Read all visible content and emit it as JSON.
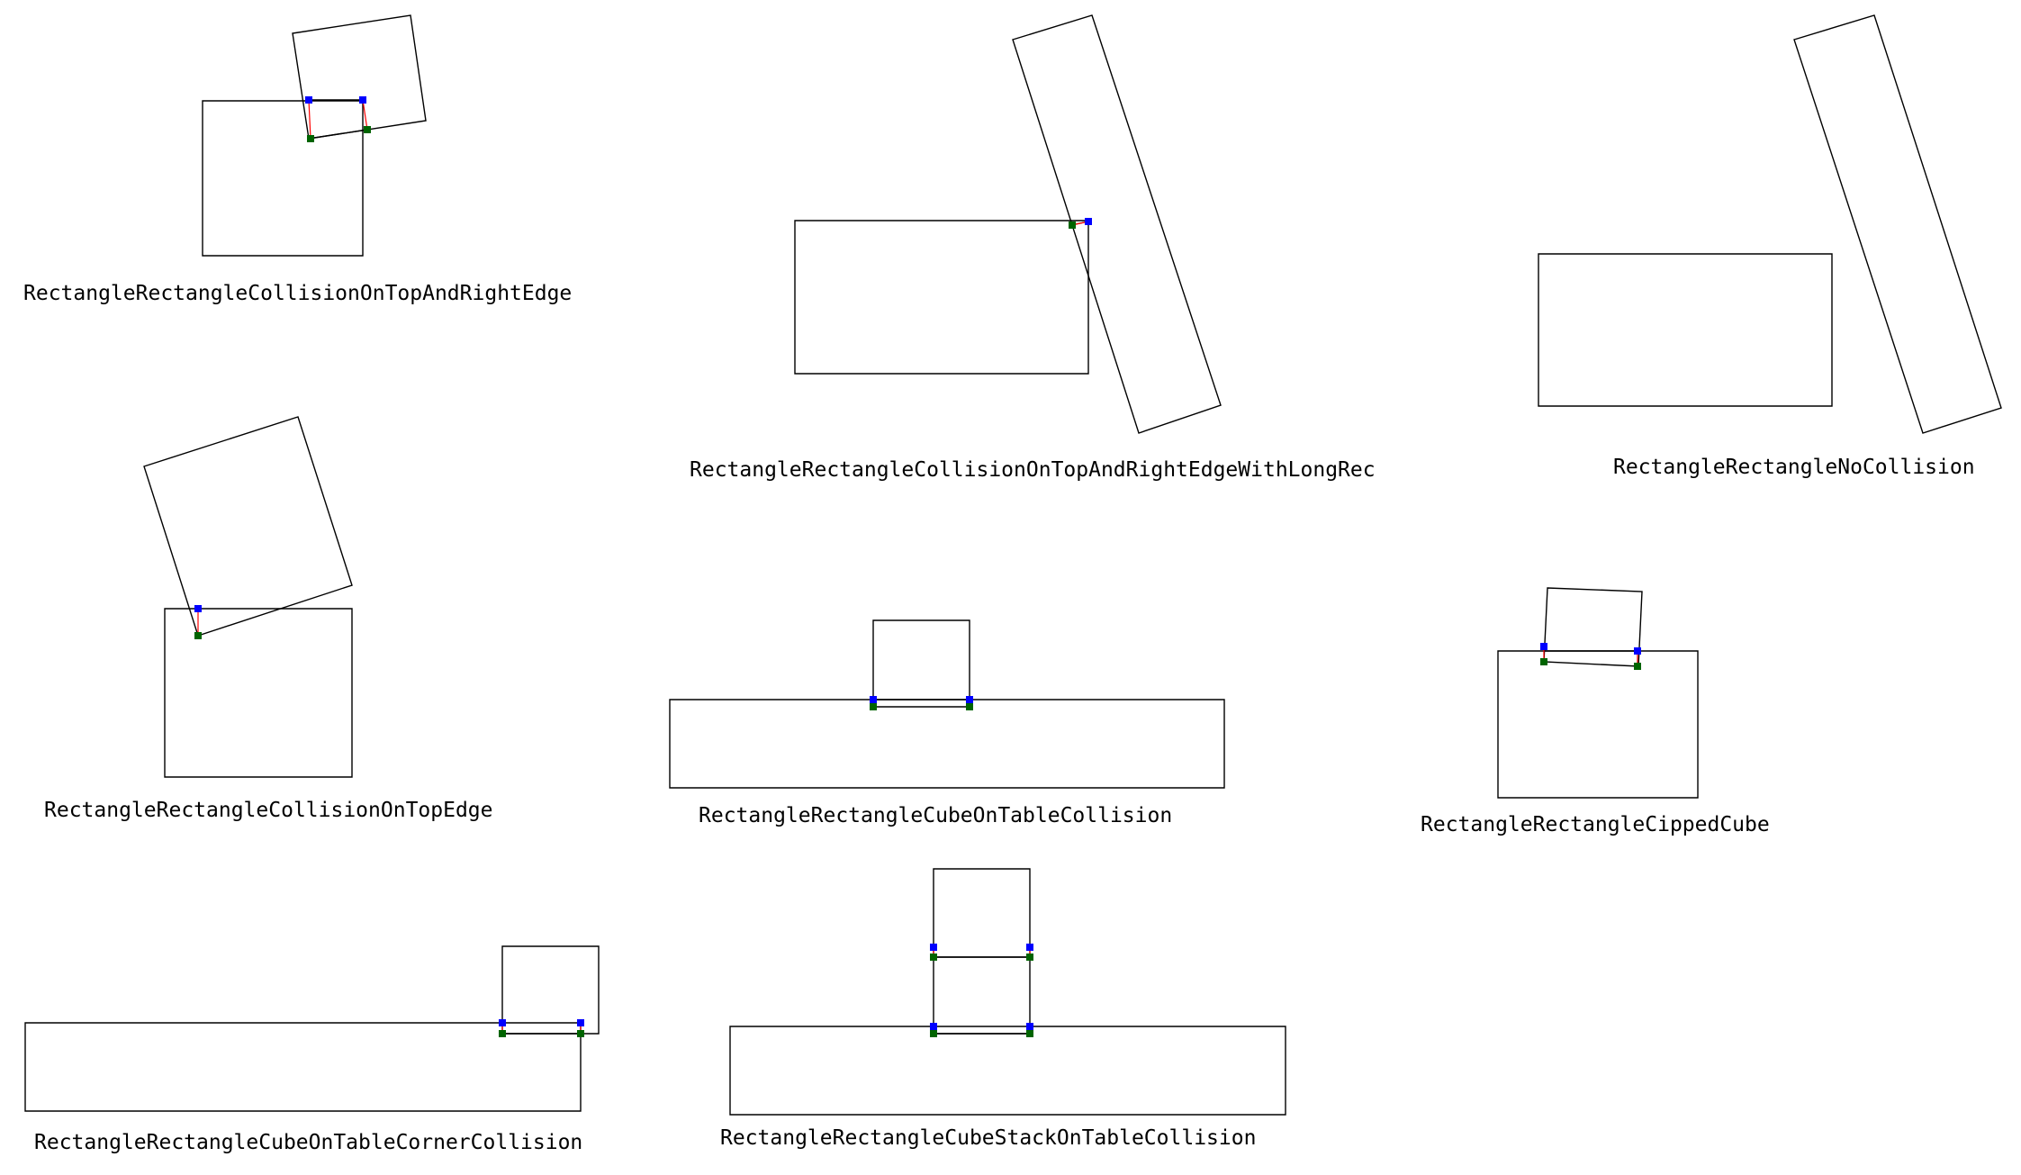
{
  "colors": {
    "outline": "#000000",
    "world_point": "#0000ff",
    "body_point": "#006400",
    "normal_line": "#ff0000"
  },
  "panels": [
    {
      "id": "p1",
      "caption": "RectangleRectangleCollisionOnTopAndRightEdge"
    },
    {
      "id": "p2",
      "caption": "RectangleRectangleCollisionOnTopAndRightEdgeWithLongRec"
    },
    {
      "id": "p3",
      "caption": "RectangleRectangleNoCollision"
    },
    {
      "id": "p4",
      "caption": "RectangleRectangleCollisionOnTopEdge"
    },
    {
      "id": "p5",
      "caption": "RectangleRectangleCubeOnTableCollision"
    },
    {
      "id": "p6",
      "caption": "RectangleRectangleCippedCube"
    },
    {
      "id": "p7",
      "caption": "RectangleRectangleCubeOnTableCornerCollision"
    },
    {
      "id": "p8",
      "caption": "RectangleRectangleCubeStackOnTableCollision"
    }
  ]
}
